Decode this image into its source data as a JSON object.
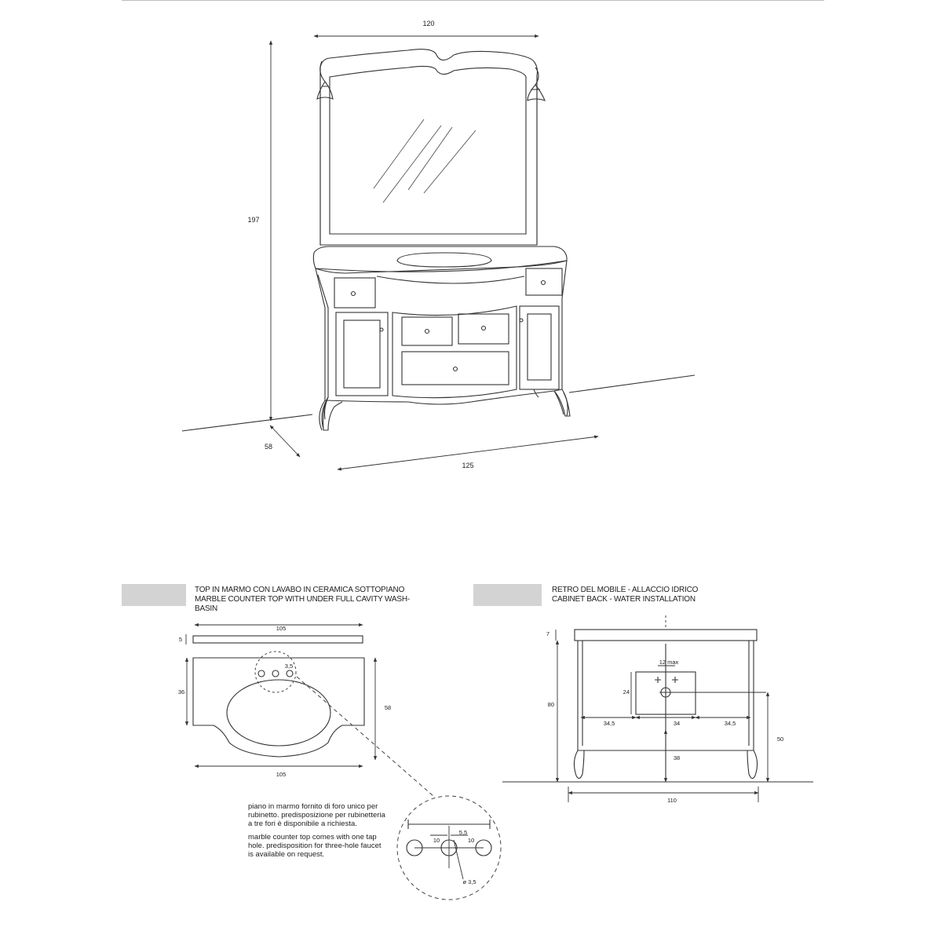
{
  "main_view": {
    "width_top": "120",
    "height": "197",
    "depth": "58",
    "width_base": "125"
  },
  "top_detail": {
    "header_lines": [
      "TOP IN MARMO CON LAVABO IN CERAMICA SOTTOPIANO",
      "MARBLE COUNTER TOP WITH UNDER FULL CAVITY WASH-BASIN"
    ],
    "dims": {
      "top_width": "105",
      "thickness": "5",
      "tap_spacing": "3,5",
      "depth_left": "36",
      "depth_right": "58",
      "bottom_width": "105"
    },
    "zoom_dims": {
      "spacing_a": "10",
      "spacing_b": "10",
      "hole_offset": "5,5",
      "hole_diameter": "ø 3,5"
    },
    "note_it": "piano in marmo fornito di  foro unico per rubinetto. predisposizione per rubinetteria a tre fori è disponibile a richiesta.",
    "note_en": "marble counter top comes with one tap hole. predisposition for three-hole faucet is available on request."
  },
  "back_detail": {
    "header_lines": [
      "RETRO DEL MOBILE - ALLACCIO IDRICO",
      "CABINET BACK - WATER INSTALLATION"
    ],
    "dims": {
      "top_thickness": "7",
      "max_spacing": "12 max",
      "cabinet_height": "80",
      "opening_height": "24",
      "side_left": "34,5",
      "opening_width": "34",
      "side_right": "34,5",
      "outlet_height": "50",
      "drain_height": "38",
      "total_width": "110"
    }
  }
}
